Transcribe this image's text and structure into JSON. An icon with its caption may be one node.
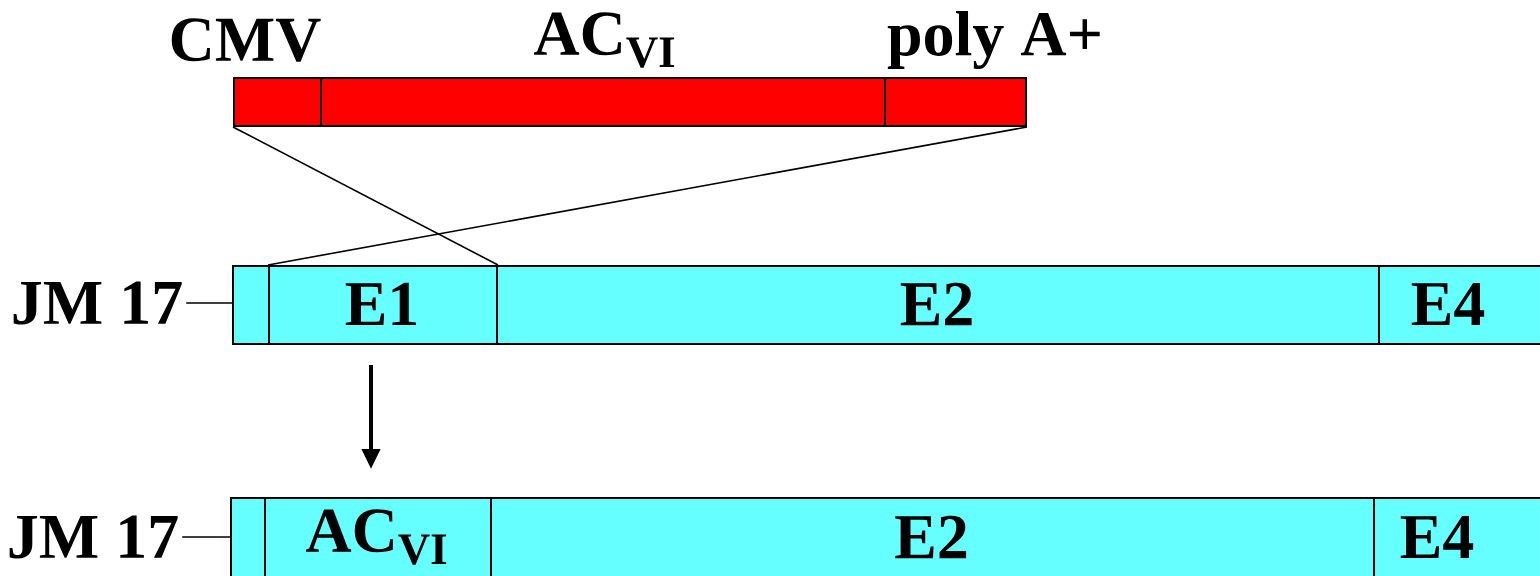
{
  "diagram": {
    "nodes": [
      {
        "text": [
          "CMV"
        ]
      },
      {
        "text": [
          "AC$_{VI}$"
        ]
      },
      {
        "text": [
          "poly A+"
        ]
      },
      {
        "text": [
          "JM 17"
        ]
      },
      {
        "text": [],
        "shape": "box"
      },
      {
        "text": [
          "E1"
        ]
      },
      {
        "text": [
          "E2"
        ]
      },
      {
        "text": [
          "E4"
        ]
      },
      {
        "text": [
          "JM 17"
        ]
      },
      {
        "text": [],
        "shape": "box"
      },
      {
        "text": [
          "AC$_{VI}$"
        ]
      },
      {
        "text": [
          "E2"
        ]
      },
      {
        "text": [
          "E4"
        ]
      }
    ],
    "edges": [
      {
        "from": 3,
        "to": 4,
        "arrow": "none"
      },
      {
        "from": 0,
        "to": 5,
        "arrow": "none"
      },
      {
        "from": 2,
        "to": 5,
        "arrow": "none"
      },
      {
        "from": 5,
        "to": 10,
        "arrow": "to",
        "style": "thick"
      },
      {
        "from": 8,
        "to": 9,
        "arrow": "none"
      }
    ]
  }
}
